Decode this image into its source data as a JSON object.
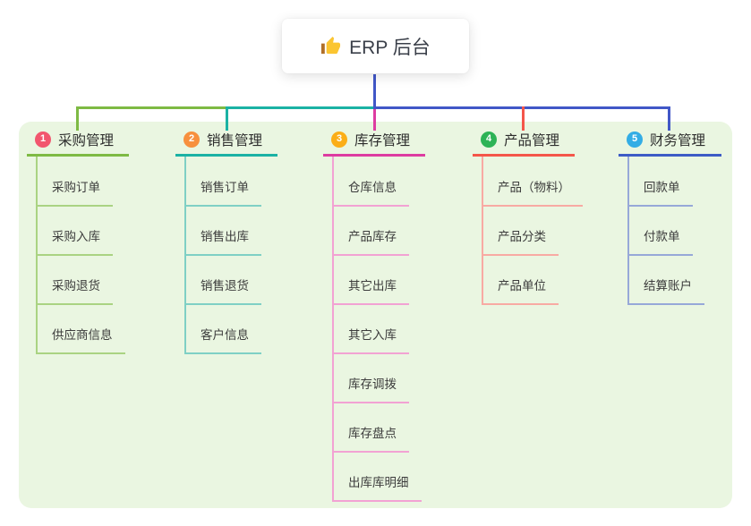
{
  "root": {
    "label": "ERP 后台",
    "icon": "thumbs-up"
  },
  "panel": {
    "bg": "#eaf6e1"
  },
  "connectors": {
    "blue": "#4157c7"
  },
  "branches": [
    {
      "index": "1",
      "label": "采购管理",
      "badge_color": "#f2566e",
      "line_color": "#7eba44",
      "child_line_color": "#aad382",
      "children": [
        "采购订单",
        "采购入库",
        "采购退货",
        "供应商信息"
      ]
    },
    {
      "index": "2",
      "label": "销售管理",
      "badge_color": "#f7903e",
      "line_color": "#1bb2a4",
      "child_line_color": "#7fd0c5",
      "children": [
        "销售订单",
        "销售出库",
        "销售退货",
        "客户信息"
      ]
    },
    {
      "index": "3",
      "label": "库存管理",
      "badge_color": "#fbae17",
      "line_color": "#dd3ca1",
      "child_line_color": "#f2a2d3",
      "children": [
        "仓库信息",
        "产品库存",
        "其它出库",
        "其它入库",
        "库存调拨",
        "库存盘点",
        "出库库明细"
      ]
    },
    {
      "index": "4",
      "label": "产品管理",
      "badge_color": "#2db356",
      "line_color": "#f4564a",
      "child_line_color": "#f8aaa3",
      "children": [
        "产品（物料）",
        "产品分类",
        "产品单位"
      ]
    },
    {
      "index": "5",
      "label": "财务管理",
      "badge_color": "#33ade5",
      "line_color": "#3d5cc6",
      "child_line_color": "#97a8d8",
      "children": [
        "回款单",
        "付款单",
        "结算账户"
      ]
    }
  ]
}
